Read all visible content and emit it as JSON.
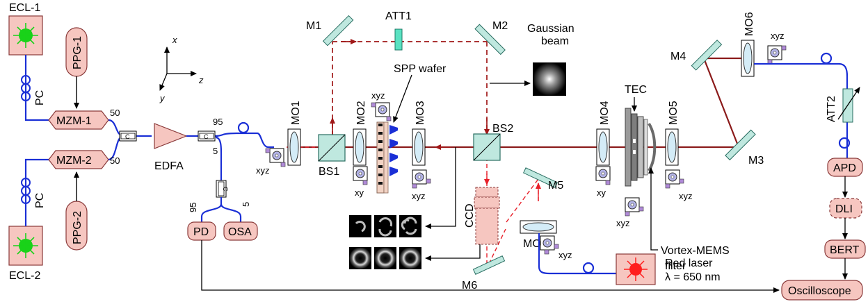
{
  "labels": {
    "ecl1": "ECL-1",
    "ecl2": "ECL-2",
    "ppg1": "PPG-1",
    "ppg2": "PPG-2",
    "pc": "PC",
    "mzm1": "MZM-1",
    "mzm2": "MZM-2",
    "edfa": "EDFA",
    "c": "C",
    "x": "x",
    "y": "y",
    "z": "z",
    "p50": "50",
    "p95": "95",
    "p5": "5",
    "pd": "PD",
    "osa": "OSA",
    "mo1": "MO1",
    "mo2": "MO2",
    "mo3": "MO3",
    "mo4": "MO4",
    "mo5": "MO5",
    "mo6": "MO6",
    "mo7": "MO7",
    "bs1": "BS1",
    "bs2": "BS2",
    "m1": "M1",
    "m2": "M2",
    "m3": "M3",
    "m4": "M4",
    "m5": "M5",
    "m6": "M6",
    "att1": "ATT1",
    "att2": "ATT2",
    "gauss1": "Gaussian",
    "gauss2": "beam",
    "spp": "SPP wafer",
    "tec": "TEC",
    "xyz": "xyz",
    "xy": "xy",
    "ccd": "CCD",
    "vortex1": "Vortex-MEMS",
    "vortex2": "filter",
    "red1": "Red laser",
    "red2": "λ = 650 nm",
    "apd": "APD",
    "dli": "DLI",
    "bert": "BERT",
    "osc": "Oscilloscope"
  },
  "colors": {
    "fiber": "#1a2fd6",
    "beam": "#8b1a1a",
    "dashed": "#b01818",
    "red_dash": "#e8202a",
    "box_fill": "#f6c6c0",
    "box_stroke": "#8a3a3a",
    "optic_fill": "#bfe8df",
    "green": "#19d219",
    "laser_red": "#ff1e1e"
  }
}
